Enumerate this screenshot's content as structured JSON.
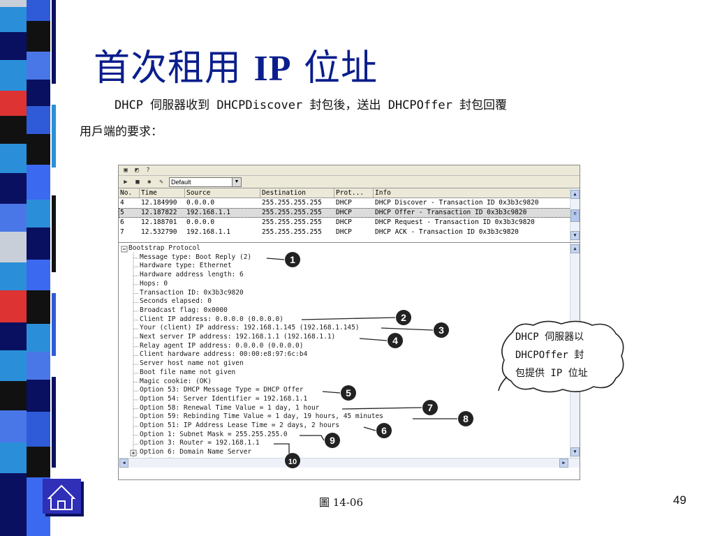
{
  "slide": {
    "title_text": "首次租用 ",
    "title_bold": "IP",
    "title_tail": " 位址",
    "intro_line1": "DHCP 伺服器收到 DHCPDiscover 封包後，送出 DHCPOffer 封包回覆",
    "intro_line2": "用戶端的要求：",
    "figure_caption": "圖 14-06",
    "page_number": "49"
  },
  "toolbar": {
    "filter_value": "Default"
  },
  "packet_list": {
    "headers": [
      "No.",
      "Time",
      "Source",
      "Destination",
      "Prot...",
      "Info"
    ],
    "rows": [
      [
        "4",
        "12.184990",
        "0.0.0.0",
        "255.255.255.255",
        "DHCP",
        "DHCP Discover  - Transaction ID 0x3b3c9820"
      ],
      [
        "5",
        "12.187822",
        "192.168.1.1",
        "255.255.255.255",
        "DHCP",
        "DHCP Offer     - Transaction ID 0x3b3c9820"
      ],
      [
        "6",
        "12.188701",
        "0.0.0.0",
        "255.255.255.255",
        "DHCP",
        "DHCP Request   - Transaction ID 0x3b3c9820"
      ],
      [
        "7",
        "12.532790",
        "192.168.1.1",
        "255.255.255.255",
        "DHCP",
        "DHCP ACK       - Transaction ID 0x3b3c9820"
      ]
    ]
  },
  "tree": {
    "lines": [
      "Bootstrap Protocol",
      "Message type: Boot Reply (2)",
      "Hardware type: Ethernet",
      "Hardware address length: 6",
      "Hops: 0",
      "Transaction ID: 0x3b3c9820",
      "Seconds elapsed: 0",
      "Broadcast flag: 0x0000",
      "Client IP address: 0.0.0.0 (0.0.0.0)",
      "Your (client) IP address: 192.168.1.145 (192.168.1.145)",
      "Next server IP address: 192.168.1.1 (192.168.1.1)",
      "Relay agent IP address: 0.0.0.0 (0.0.0.0)",
      "Client hardware address: 00:00:e8:97:6c:b4",
      "Server host name not given",
      "Boot file name not given",
      "Magic cookie: (OK)",
      "Option 53: DHCP Message Type = DHCP Offer",
      "Option 54: Server Identifier = 192.168.1.1",
      "Option 58: Renewal Time Value = 1 day, 1 hour",
      "Option 59: Rebinding Time Value = 1 day, 19 hours, 45 minutes",
      "Option 51: IP Address Lease Time = 2 days, 2 hours",
      "Option 1: Subnet Mask = 255.255.255.0",
      "Option 3: Router = 192.168.1.1",
      "Option 6: Domain Name Server",
      "End Option"
    ]
  },
  "callout": {
    "line1": "DHCP 伺服器以",
    "line2": "DHCPOffer 封",
    "line3": "包提供 IP 位址"
  },
  "markers": [
    "1",
    "2",
    "3",
    "4",
    "5",
    "6",
    "7",
    "8",
    "9",
    "10"
  ],
  "colors": {
    "title": "#0b1e8c",
    "marker_fill": "#222222"
  }
}
